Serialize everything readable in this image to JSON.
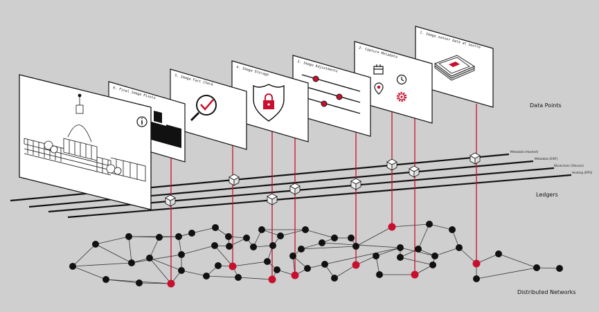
{
  "labels": {
    "data_points": "Data Points",
    "ledgers": "Ledgers",
    "distributed_networks": "Distributed Networks"
  },
  "panels": [
    {
      "title": "1. Image sensor data at source"
    },
    {
      "title": "2. Capture Metadata"
    },
    {
      "title": "3. Image Adjustments"
    },
    {
      "title": "4. Image Storage"
    },
    {
      "title": "5. Image Fact Check"
    },
    {
      "title": "6. Final Image Pixels"
    }
  ],
  "ledger_lines": [
    {
      "label": "Metadata (Hashed)"
    },
    {
      "label": "Metadata (EXIF)"
    },
    {
      "label": "Blockchain (Filecoin)"
    },
    {
      "label": "Hosting (IPFS)"
    }
  ],
  "colors": {
    "background": "#cfcfcf",
    "accent_red": "#c8102e",
    "node_black": "#111111",
    "panel_white": "#ffffff"
  },
  "icons": [
    "info-icon",
    "magnifier-check-icon",
    "shield-lock-icon",
    "slider-icon",
    "calendar-icon",
    "clock-icon",
    "location-pin-icon",
    "gear-icon",
    "image-stack-icon"
  ]
}
